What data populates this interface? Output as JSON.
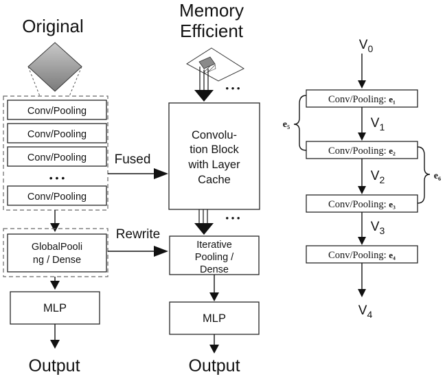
{
  "original": {
    "title": "Original",
    "layers": [
      "Conv/Pooling",
      "Conv/Pooling",
      "Conv/Pooling",
      "Conv/Pooling"
    ],
    "ellipsis": "• • •",
    "global_box": [
      "GlobalPooli",
      "ng / Dense"
    ],
    "mlp": "MLP",
    "output": "Output"
  },
  "memory_efficient": {
    "title": [
      "Memory",
      "Efficient"
    ],
    "conv_block": [
      "Convolu-",
      "tion Block",
      "with Layer",
      "Cache"
    ],
    "iterative": [
      "Iterative",
      "Pooling /",
      "Dense"
    ],
    "mlp": "MLP",
    "output": "Output",
    "ellipsis": "• • •"
  },
  "transforms": {
    "fused": "Fused",
    "rewrite": "Rewrite"
  },
  "chain": {
    "v_labels": [
      {
        "base": "V",
        "sub": "0"
      },
      {
        "base": "V",
        "sub": "1"
      },
      {
        "base": "V",
        "sub": "2"
      },
      {
        "base": "V",
        "sub": "3"
      },
      {
        "base": "V",
        "sub": "4"
      }
    ],
    "boxes": [
      {
        "text": "Conv/Pooling: ",
        "edge": "e₁"
      },
      {
        "text": "Conv/Pooling: ",
        "edge": "e₂"
      },
      {
        "text": "Conv/Pooling: ",
        "edge": "e₃"
      },
      {
        "text": "Conv/Pooling: ",
        "edge": "e₄"
      }
    ],
    "brace_left": "e₅",
    "brace_right": "e₆"
  }
}
